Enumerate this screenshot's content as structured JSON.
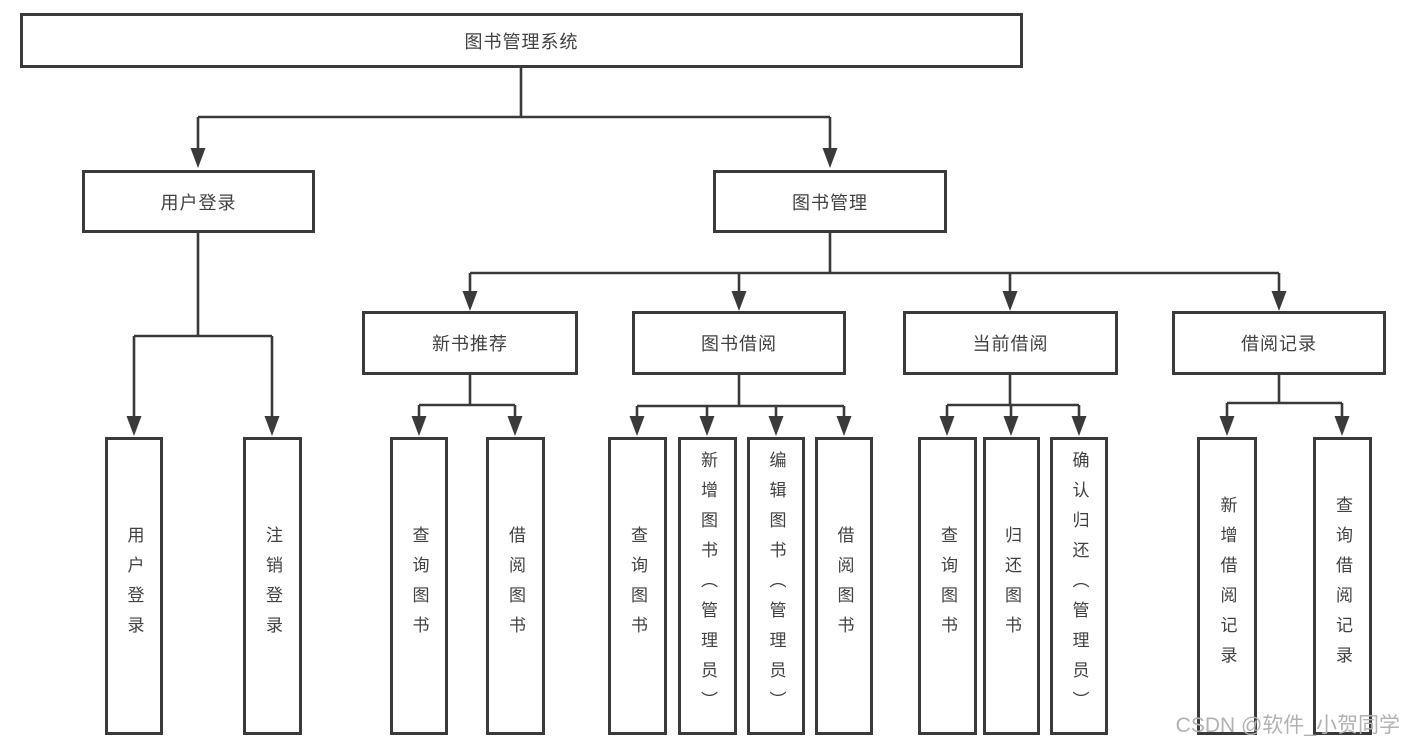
{
  "nodes": {
    "root": "图书管理系统",
    "user_login": "用户登录",
    "book_management": "图书管理",
    "new_book_recommend": "新书推荐",
    "book_borrow": "图书借阅",
    "current_borrow": "当前借阅",
    "borrow_records": "借阅记录",
    "leaves": [
      "用户登录",
      "注销登录",
      "查询图书",
      "借阅图书",
      "查询图书",
      "新增图书（管理员）",
      "编辑图书（管理员）",
      "借阅图书",
      "查询图书",
      "归还图书",
      "确认归还（管理员）",
      "新增借阅记录",
      "查询借阅记录"
    ]
  },
  "watermark": "CSDN @软件_小贺同学",
  "colors": {
    "line": "#3a3a3a",
    "text": "#414141",
    "watermark": "#b2b2b2",
    "background": "#ffffff"
  }
}
